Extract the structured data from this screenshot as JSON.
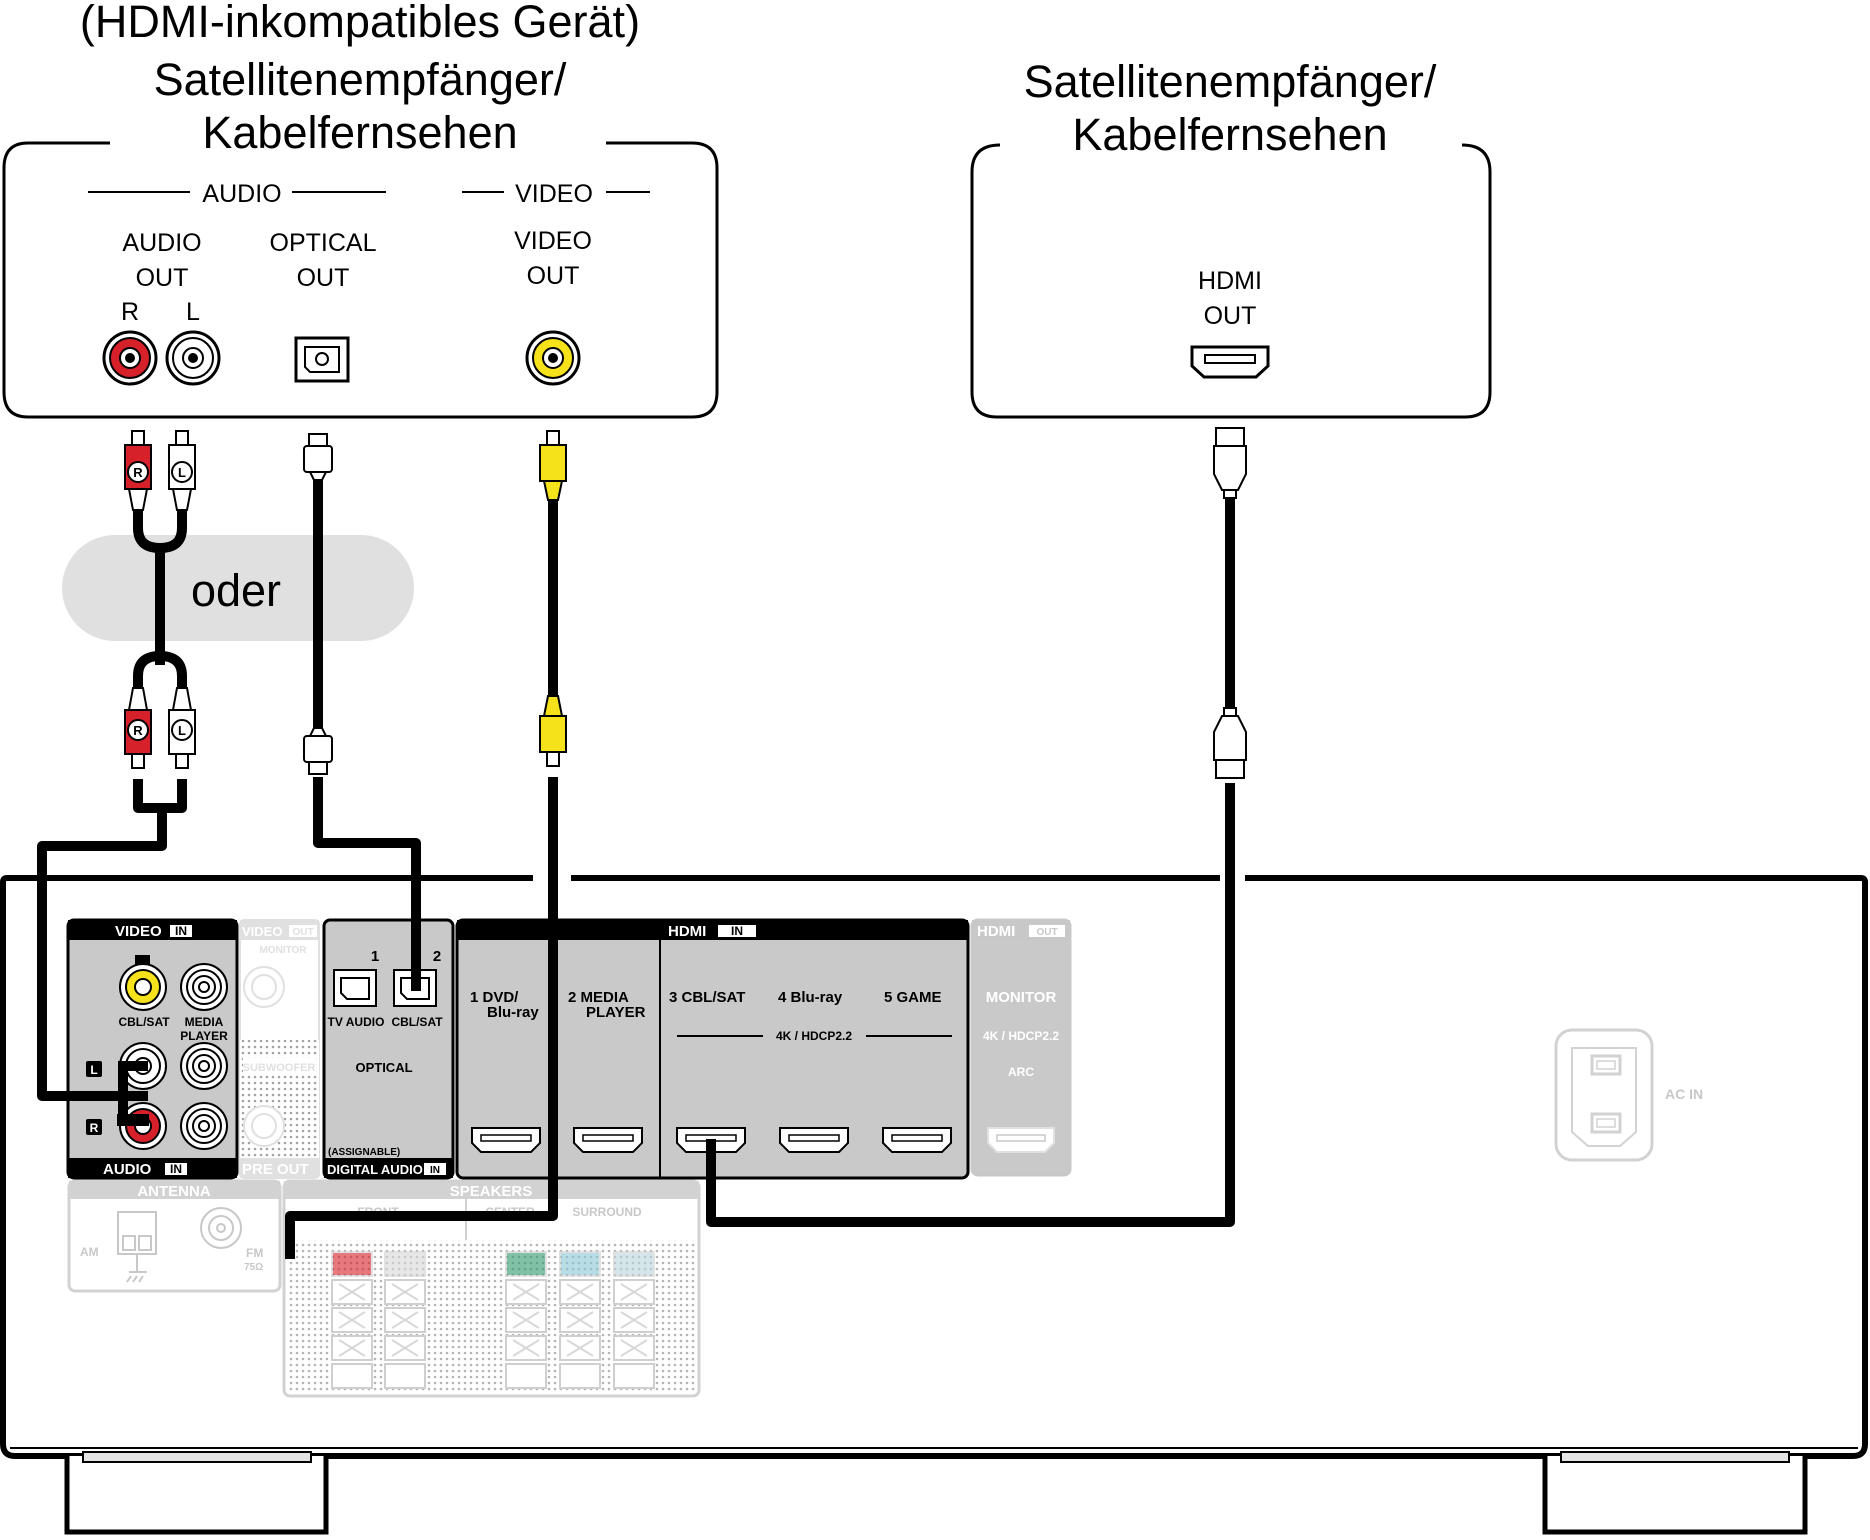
{
  "left_device": {
    "note": "(HDMI-inkompatibles Gerät)",
    "title_line1": "Satellitenempfänger/",
    "title_line2": "Kabelfernsehen",
    "group_audio": "AUDIO",
    "group_video": "VIDEO",
    "audio_out_line1": "AUDIO",
    "audio_out_line2": "OUT",
    "audio_r": "R",
    "audio_l": "L",
    "optical_line1": "OPTICAL",
    "optical_line2": "OUT",
    "video_line1": "VIDEO",
    "video_line2": "OUT"
  },
  "right_device": {
    "title_line1": "Satellitenempfänger/",
    "title_line2": "Kabelfernsehen",
    "hdmi_line1": "HDMI",
    "hdmi_line2": "OUT"
  },
  "cables": {
    "or_label": "oder",
    "plug_r": "R",
    "plug_l": "L"
  },
  "receiver": {
    "video_in_header": "VIDEO",
    "in_badge": "IN",
    "out_badge": "OUT",
    "video_out_header": "VIDEO",
    "monitor_small": "MONITOR",
    "subwoofer": "SUBWOOFER",
    "pre_out": "PRE OUT",
    "cbl_sat": "CBL/SAT",
    "media_player_line1": "MEDIA",
    "media_player_line2": "PLAYER",
    "audio_in_header": "AUDIO",
    "l_badge": "L",
    "r_badge": "R",
    "optical_num1": "1",
    "optical_num2": "2",
    "tv_audio": "TV AUDIO",
    "optical": "OPTICAL",
    "assignable": "(ASSIGNABLE)",
    "digital_audio": "DIGITAL AUDIO",
    "hdmi_in_header": "HDMI",
    "hdmi_1_line1": "1  DVD/",
    "hdmi_1_line2": "Blu-ray",
    "hdmi_2_line1": "2  MEDIA",
    "hdmi_2_line2": "PLAYER",
    "hdmi_3": "3  CBL/SAT",
    "hdmi_4": "4  Blu-ray",
    "hdmi_5": "5  GAME",
    "hdcp": "4K / HDCP2.2",
    "hdmi_out_header": "HDMI",
    "monitor": "MONITOR",
    "hdcp_out": "4K / HDCP2.2",
    "arc": "ARC",
    "antenna": "ANTENNA",
    "am": "AM",
    "fm": "FM",
    "ohm": "75Ω",
    "speakers": "SPEAKERS",
    "front": "FRONT",
    "center": "CENTER",
    "surround": "SURROUND",
    "ac_in": "AC IN"
  },
  "colors": {
    "red_jack": "#d6202a",
    "yellow_jack": "#f6e21a",
    "panel_grey": "#c9c9c9",
    "faded_grey": "#c8c8c8",
    "oder_bg": "#e0e0e0",
    "green_terminal": "#2f9a6e",
    "blue_terminal": "#8cc7d6"
  }
}
